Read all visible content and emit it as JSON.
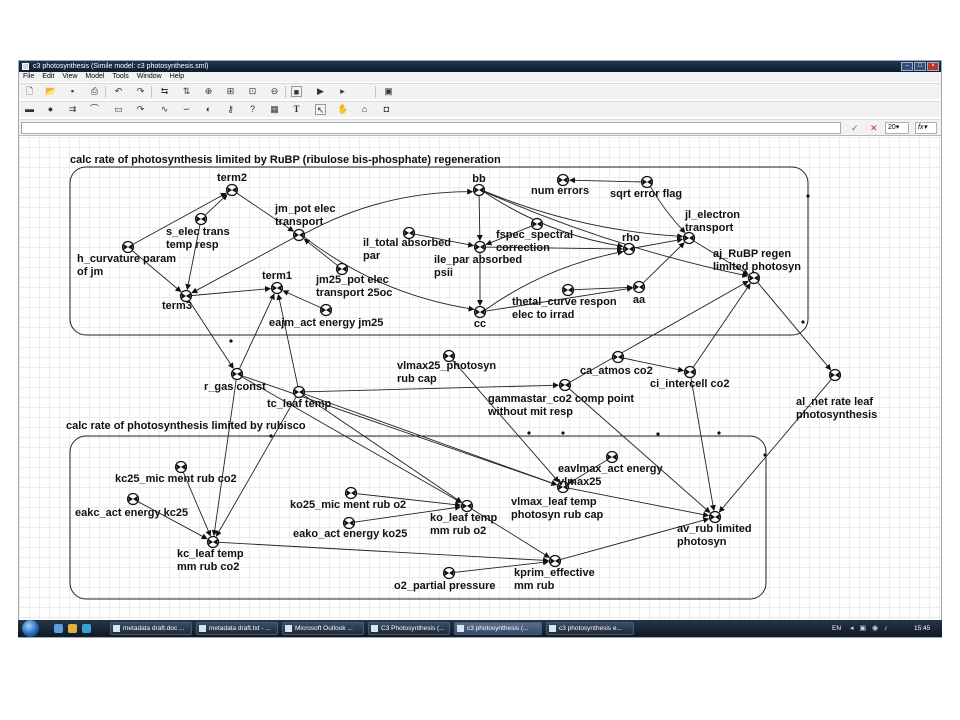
{
  "window": {
    "title": "c3 photosynthesis (Simile model: c3 photosynthesis.sml)",
    "controls": [
      "minimize-icon",
      "maximize-icon",
      "close-icon"
    ]
  },
  "menu": [
    "File",
    "Edit",
    "View",
    "Model",
    "Tools",
    "Window",
    "Help"
  ],
  "toolbar1": [
    "new-icon",
    "open-icon",
    "save-icon",
    "print-icon",
    "undo-icon",
    "redo-icon",
    "swap-h-icon",
    "swap-v-icon",
    "zoom-in-icon",
    "fit-icon",
    "zoom-fit-icon",
    "zoom-out-icon",
    "stop-icon",
    "run-icon",
    "image-icon"
  ],
  "toolbar2": [
    "compartment-icon",
    "variable-icon",
    "flow-icon",
    "influence-icon",
    "submodel-icon",
    "arrow-icon",
    "wave-icon",
    "event-icon",
    "key-icon",
    "help-icon",
    "grid-icon",
    "text-icon",
    "pointer-icon",
    "hand-icon",
    "house-icon",
    "camera-icon"
  ],
  "formula": {
    "value": "",
    "zoom": "20",
    "fx": "fx"
  },
  "diagram": {
    "submodels": [
      {
        "label": "calc rate of photosynthesis limited by RuBP (ribulose bis-phosphate) regeneration"
      },
      {
        "label": "calc rate of photosynthesis limited by rubisco"
      }
    ],
    "nodes": [
      {
        "id": "term2",
        "lines": [
          "term2"
        ]
      },
      {
        "id": "bb",
        "lines": [
          "bb"
        ]
      },
      {
        "id": "num_errors",
        "lines": [
          "num errors"
        ]
      },
      {
        "id": "sqrt_error_flag",
        "lines": [
          "sqrt error flag"
        ]
      },
      {
        "id": "s_elec",
        "lines": [
          "s_elec trans",
          "temp resp"
        ]
      },
      {
        "id": "jm_pot",
        "lines": [
          "jm_pot elec",
          "transport"
        ]
      },
      {
        "id": "fspec",
        "lines": [
          "fspec_spectral",
          "correction"
        ]
      },
      {
        "id": "jl_electron",
        "lines": [
          "jl_electron",
          "transport"
        ]
      },
      {
        "id": "il_total",
        "lines": [
          "il_total absorbed",
          "par"
        ]
      },
      {
        "id": "ile_par",
        "lines": [
          "ile_par absorbed",
          "psii"
        ]
      },
      {
        "id": "rho",
        "lines": [
          "rho"
        ]
      },
      {
        "id": "aj_rubp",
        "lines": [
          "aj_RuBP regen",
          "limited photosyn"
        ]
      },
      {
        "id": "h_curvature",
        "lines": [
          "h_curvature param",
          "of jm"
        ]
      },
      {
        "id": "term1",
        "lines": [
          "term1"
        ]
      },
      {
        "id": "jm25",
        "lines": [
          "jm25_pot elec",
          "transport 25oc"
        ]
      },
      {
        "id": "term3",
        "lines": [
          "term3"
        ]
      },
      {
        "id": "thetal",
        "lines": [
          "thetal_curve respon",
          "elec to irrad"
        ]
      },
      {
        "id": "aa",
        "lines": [
          "aa"
        ]
      },
      {
        "id": "eajm",
        "lines": [
          "eajm_act energy jm25"
        ]
      },
      {
        "id": "cc",
        "lines": [
          "cc"
        ]
      },
      {
        "id": "vlmax25",
        "lines": [
          "vlmax25_photosyn",
          "rub cap"
        ]
      },
      {
        "id": "ca_atmos",
        "lines": [
          "ca_atmos co2"
        ]
      },
      {
        "id": "ci_intercell",
        "lines": [
          "ci_intercell co2"
        ]
      },
      {
        "id": "r_gas",
        "lines": [
          "r_gas const"
        ]
      },
      {
        "id": "tc_leaf",
        "lines": [
          "tc_leaf temp"
        ]
      },
      {
        "id": "gammastar",
        "lines": [
          "gammastar_co2 comp point",
          "without mit resp"
        ]
      },
      {
        "id": "al_net",
        "lines": [
          "al_net rate leaf",
          "photosynthesis"
        ]
      },
      {
        "id": "eavlmax",
        "lines": [
          "eavlmax_act energy",
          "vlmax25"
        ]
      },
      {
        "id": "kc25",
        "lines": [
          "kc25_mic ment rub co2"
        ]
      },
      {
        "id": "eakc",
        "lines": [
          "eakc_act energy kc25"
        ]
      },
      {
        "id": "ko25",
        "lines": [
          "ko25_mic ment rub o2"
        ]
      },
      {
        "id": "vlmax_leaf",
        "lines": [
          "vlmax_leaf temp",
          "photosyn rub cap"
        ]
      },
      {
        "id": "ko_leaf",
        "lines": [
          "ko_leaf temp",
          "mm rub o2"
        ]
      },
      {
        "id": "eako",
        "lines": [
          "eako_act energy ko25"
        ]
      },
      {
        "id": "av_rub",
        "lines": [
          "av_rub limited",
          "photosyn"
        ]
      },
      {
        "id": "kc_leaf",
        "lines": [
          "kc_leaf temp",
          "mm rub co2"
        ]
      },
      {
        "id": "kprim",
        "lines": [
          "kprim_effective",
          "mm rub"
        ]
      },
      {
        "id": "o2_partial",
        "lines": [
          "o2_partial pressure"
        ]
      }
    ]
  },
  "taskbar": {
    "tasks": [
      "metadata draft.doc ...",
      "metadata draft.txt - ...",
      "Microsoft Outlook ...",
      "C3 Photosynthesis (...",
      "c3 photosynthesis (...",
      "c3 photosynthesis e..."
    ],
    "active_index": 4,
    "language": "EN",
    "clock": "15:45"
  }
}
